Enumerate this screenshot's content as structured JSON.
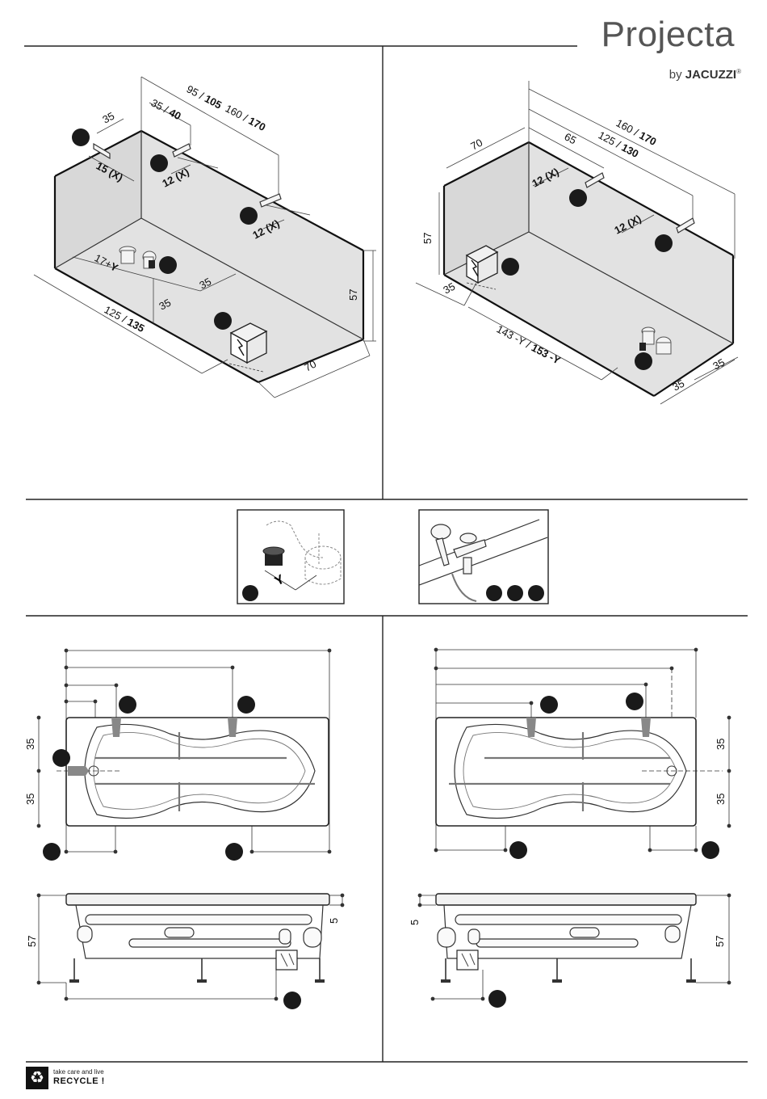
{
  "brand": {
    "name": "Projecta",
    "by": "by",
    "sub": "JACUZZI",
    "reg": "®"
  },
  "footer": {
    "top": "take care and live",
    "main": "RECYCLE !"
  },
  "icons": {
    "recycle": "recycle-icon",
    "electric": "electric-box-icon",
    "marker": "filled-circle-marker"
  },
  "left_iso": {
    "d35a": "35",
    "d3540": "35 / ",
    "d3540b": "40",
    "d95": "95 / ",
    "d95b": "105",
    "d160": "160 / ",
    "d160b": "170",
    "x15": "15 (X)",
    "x12a": "12 (X)",
    "x12b": "12 (X)",
    "d17": "17+",
    "d17b": "Y",
    "d35b": "35",
    "d35c": "35",
    "d125": "125 / ",
    "d125b": "135",
    "h57": "57",
    "w70": "70"
  },
  "right_iso": {
    "d70": "70",
    "d65": "65",
    "d125": "125 / ",
    "d125b": "130",
    "d160": "160 / ",
    "d160b": "170",
    "x12a": "12 (X)",
    "x12b": "12 (X)",
    "h57": "57",
    "d35a": "35",
    "d143": "143 -Y / ",
    "d143b": "153 -Y",
    "d35b": "35",
    "d35c": "35"
  },
  "detail": {
    "y": "Y"
  },
  "plan": {
    "l35a": "35",
    "l35b": "35",
    "r35a": "35",
    "r35b": "35"
  },
  "side": {
    "l57": "57",
    "l5": "5",
    "r5": "5",
    "r57": "57"
  }
}
